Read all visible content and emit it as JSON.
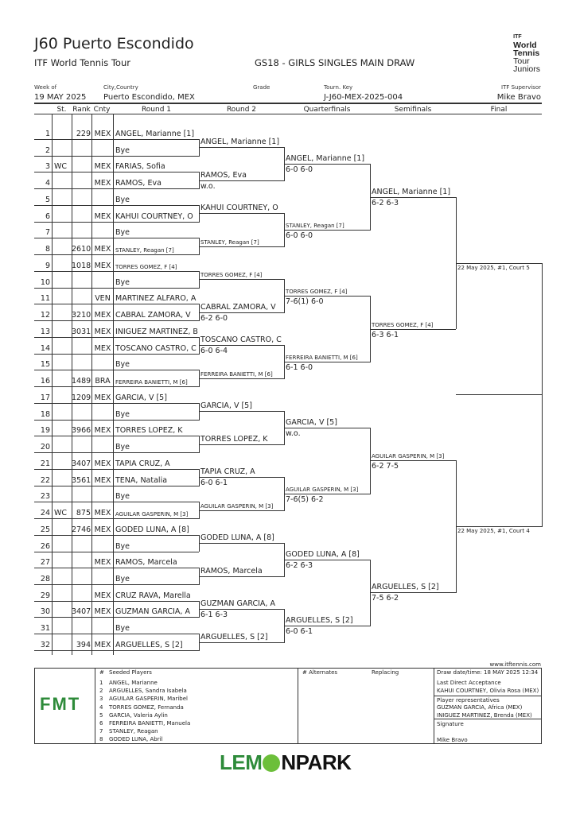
{
  "header": {
    "title": "J60 Puerto Escondido",
    "tour": "ITF World Tennis Tour",
    "event": "GS18 - GIRLS SINGLES MAIN DRAW",
    "logo_text": [
      "ITF",
      "World",
      "Tennis",
      "Tour",
      "Juniors"
    ],
    "week_label": "Week of",
    "week": "19 MAY 2025",
    "city_label": "City,Country",
    "city": "Puerto Escondido, MEX",
    "grade_label": "Grade",
    "grade": "",
    "key_label": "Tourn. Key",
    "key": "J-J60-MEX-2025-004",
    "supervisor_label": "ITF Supervisor",
    "supervisor": "Mike Bravo"
  },
  "columns": [
    "St.",
    "Rank",
    "Cnty",
    "Round 1",
    "Round 2",
    "Quarterfinals",
    "Semifinals",
    "Final"
  ],
  "entries": [
    {
      "no": "1",
      "st": "",
      "rank": "229",
      "cnty": "MEX",
      "name": "ANGEL, Marianne [1]"
    },
    {
      "no": "2",
      "st": "",
      "rank": "",
      "cnty": "",
      "name": "Bye"
    },
    {
      "no": "3",
      "st": "WC",
      "rank": "",
      "cnty": "MEX",
      "name": "FARIAS, Sofia"
    },
    {
      "no": "4",
      "st": "",
      "rank": "",
      "cnty": "MEX",
      "name": "RAMOS, Eva"
    },
    {
      "no": "5",
      "st": "",
      "rank": "",
      "cnty": "",
      "name": "Bye"
    },
    {
      "no": "6",
      "st": "",
      "rank": "",
      "cnty": "MEX",
      "name": "KAHUI COURTNEY, O"
    },
    {
      "no": "7",
      "st": "",
      "rank": "",
      "cnty": "",
      "name": "Bye"
    },
    {
      "no": "8",
      "st": "",
      "rank": "2610",
      "cnty": "MEX",
      "name": "STANLEY, Reagan [7]"
    },
    {
      "no": "9",
      "st": "",
      "rank": "1018",
      "cnty": "MEX",
      "name": "TORRES GOMEZ, F [4]"
    },
    {
      "no": "10",
      "st": "",
      "rank": "",
      "cnty": "",
      "name": "Bye"
    },
    {
      "no": "11",
      "st": "",
      "rank": "",
      "cnty": "VEN",
      "name": "MARTINEZ ALFARO, A"
    },
    {
      "no": "12",
      "st": "",
      "rank": "3210",
      "cnty": "MEX",
      "name": "CABRAL ZAMORA, V"
    },
    {
      "no": "13",
      "st": "",
      "rank": "3031",
      "cnty": "MEX",
      "name": "INIGUEZ MARTINEZ, B"
    },
    {
      "no": "14",
      "st": "",
      "rank": "",
      "cnty": "MEX",
      "name": "TOSCANO CASTRO, C"
    },
    {
      "no": "15",
      "st": "",
      "rank": "",
      "cnty": "",
      "name": "Bye"
    },
    {
      "no": "16",
      "st": "",
      "rank": "1489",
      "cnty": "BRA",
      "name": "FERREIRA BANIETTI, M [6]"
    },
    {
      "no": "17",
      "st": "",
      "rank": "1209",
      "cnty": "MEX",
      "name": "GARCIA, V [5]"
    },
    {
      "no": "18",
      "st": "",
      "rank": "",
      "cnty": "",
      "name": "Bye"
    },
    {
      "no": "19",
      "st": "",
      "rank": "3966",
      "cnty": "MEX",
      "name": "TORRES LOPEZ, K"
    },
    {
      "no": "20",
      "st": "",
      "rank": "",
      "cnty": "",
      "name": "Bye"
    },
    {
      "no": "21",
      "st": "",
      "rank": "3407",
      "cnty": "MEX",
      "name": "TAPIA CRUZ, A"
    },
    {
      "no": "22",
      "st": "",
      "rank": "3561",
      "cnty": "MEX",
      "name": "TENA, Natalia"
    },
    {
      "no": "23",
      "st": "",
      "rank": "",
      "cnty": "",
      "name": "Bye"
    },
    {
      "no": "24",
      "st": "WC",
      "rank": "875",
      "cnty": "MEX",
      "name": "AGUILAR GASPERIN, M [3]"
    },
    {
      "no": "25",
      "st": "",
      "rank": "2746",
      "cnty": "MEX",
      "name": "GODED LUNA, A [8]"
    },
    {
      "no": "26",
      "st": "",
      "rank": "",
      "cnty": "",
      "name": "Bye"
    },
    {
      "no": "27",
      "st": "",
      "rank": "",
      "cnty": "MEX",
      "name": "RAMOS, Marcela"
    },
    {
      "no": "28",
      "st": "",
      "rank": "",
      "cnty": "",
      "name": "Bye"
    },
    {
      "no": "29",
      "st": "",
      "rank": "",
      "cnty": "MEX",
      "name": "CRUZ RAVA, Marella"
    },
    {
      "no": "30",
      "st": "",
      "rank": "3407",
      "cnty": "MEX",
      "name": "GUZMAN GARCIA, A"
    },
    {
      "no": "31",
      "st": "",
      "rank": "",
      "cnty": "",
      "name": "Bye"
    },
    {
      "no": "32",
      "st": "",
      "rank": "394",
      "cnty": "MEX",
      "name": "ARGUELLES, S [2]"
    }
  ],
  "rounds": [
    [
      {
        "name": "ANGEL, Marianne [1]",
        "score": ""
      },
      {
        "name": "RAMOS, Eva",
        "score": "w.o."
      },
      {
        "name": "KAHUI COURTNEY, O",
        "score": ""
      },
      {
        "name": "STANLEY, Reagan [7]",
        "score": ""
      },
      {
        "name": "TORRES GOMEZ, F [4]",
        "score": ""
      },
      {
        "name": "CABRAL ZAMORA, V",
        "score": "6-2 6-0"
      },
      {
        "name": "TOSCANO CASTRO, C",
        "score": "6-0 6-4"
      },
      {
        "name": "FERREIRA BANIETTI, M [6]",
        "score": ""
      },
      {
        "name": "GARCIA, V [5]",
        "score": ""
      },
      {
        "name": "TORRES LOPEZ, K",
        "score": ""
      },
      {
        "name": "TAPIA CRUZ, A",
        "score": "6-0 6-1"
      },
      {
        "name": "AGUILAR GASPERIN, M [3]",
        "score": ""
      },
      {
        "name": "GODED LUNA, A [8]",
        "score": ""
      },
      {
        "name": "RAMOS, Marcela",
        "score": ""
      },
      {
        "name": "GUZMAN GARCIA, A",
        "score": "6-1 6-3"
      },
      {
        "name": "ARGUELLES, S [2]",
        "score": ""
      }
    ],
    [
      {
        "name": "ANGEL, Marianne [1]",
        "score": "6-0 6-0"
      },
      {
        "name": "STANLEY, Reagan [7]",
        "score": "6-0 6-0"
      },
      {
        "name": "TORRES GOMEZ, F [4]",
        "score": "7-6(1) 6-0"
      },
      {
        "name": "FERREIRA BANIETTI, M [6]",
        "score": "6-1 6-0"
      },
      {
        "name": "GARCIA, V [5]",
        "score": "w.o."
      },
      {
        "name": "AGUILAR GASPERIN, M [3]",
        "score": "7-6(5) 6-2"
      },
      {
        "name": "GODED LUNA, A [8]",
        "score": "6-2 6-3"
      },
      {
        "name": "ARGUELLES, S [2]",
        "score": "6-0 6-1"
      }
    ],
    [
      {
        "name": "ANGEL, Marianne [1]",
        "score": "6-2 6-3"
      },
      {
        "name": "TORRES GOMEZ, F [4]",
        "score": "6-3 6-1"
      },
      {
        "name": "AGUILAR GASPERIN, M [3]",
        "score": "6-2 7-5"
      },
      {
        "name": "ARGUELLES, S [2]",
        "score": "7-5 6-2"
      }
    ],
    [
      {
        "name": "",
        "score": "22 May 2025, #1, Court 5"
      },
      {
        "name": "",
        "score": "22 May 2025, #1, Court 4"
      }
    ]
  ],
  "footer": {
    "website": "www.itftennis.com",
    "federation_logo_text": "FMT",
    "seeded_title": "Seeded Players",
    "hash": "#",
    "seeds": [
      "ANGEL, Marianne",
      "ARGUELLES, Sandra Isabela",
      "AGUILAR GASPERIN, Maribel",
      "TORRES GOMEZ, Fernanda",
      "GARCIA, Valeria Aylin",
      "FERREIRA BANIETTI, Manuela",
      "STANLEY, Reagan",
      "GODED LUNA, Abril"
    ],
    "alternates_title": "# Alternates",
    "replacing_title": "Replacing",
    "draw_date": "Draw date/time:  18 MAY 2025 12:34",
    "lda_label": "Last Direct Acceptance",
    "lda": "KAHUI COURTNEY, Olivia Rosa (MEX)",
    "reps_label": "Player representatives",
    "reps": [
      "GUZMAN GARCIA, Africa (MEX)",
      "INIGUEZ MARTINEZ, Brenda (MEX)"
    ],
    "signature_label": "Signature",
    "signature": "Mike Bravo",
    "sponsor_a": "LEM",
    "sponsor_b": "NPARK",
    "green": "#2e8b3a"
  }
}
